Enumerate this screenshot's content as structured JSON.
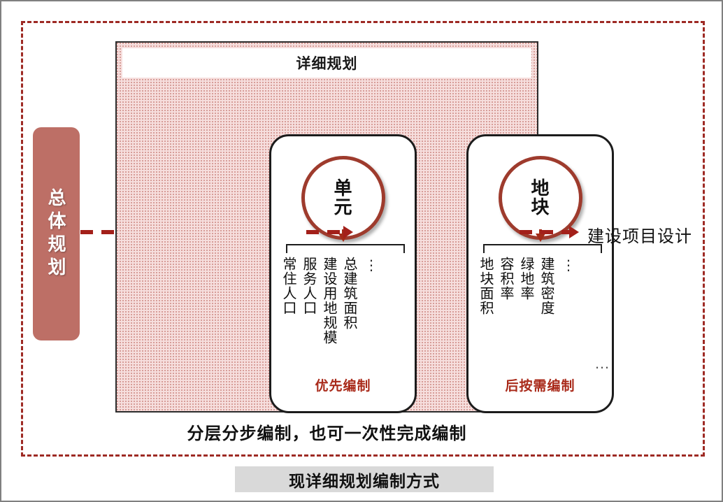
{
  "outer": {
    "caption": "现详细规划编制方式",
    "bottom_note": "分层分步编制，也可一次性完成编制"
  },
  "left_box": {
    "label": "总体规划"
  },
  "container": {
    "title": "详细规划"
  },
  "panels": [
    {
      "circle_label": "单元",
      "items": [
        "常住人口",
        "服务人口",
        "建设用地规模",
        "总建筑面积"
      ],
      "ellipsis": "⋮",
      "note": "优先编制"
    },
    {
      "circle_label": "地块",
      "items": [
        "地块面积",
        "容积率",
        "绿地率",
        "建筑密度"
      ],
      "ellipsis": "⋮",
      "note": "后按需编制"
    }
  ],
  "right": {
    "label": "建设项目设计",
    "ellipsis": "…"
  },
  "colors": {
    "accent_red": "#a3201a",
    "circle_red": "#9e3b2d",
    "note_red": "#a92a1a",
    "left_box_fill": "#bd6f66",
    "pink_fill": "#f6dedd",
    "caption_bg": "#d9d9d9"
  }
}
